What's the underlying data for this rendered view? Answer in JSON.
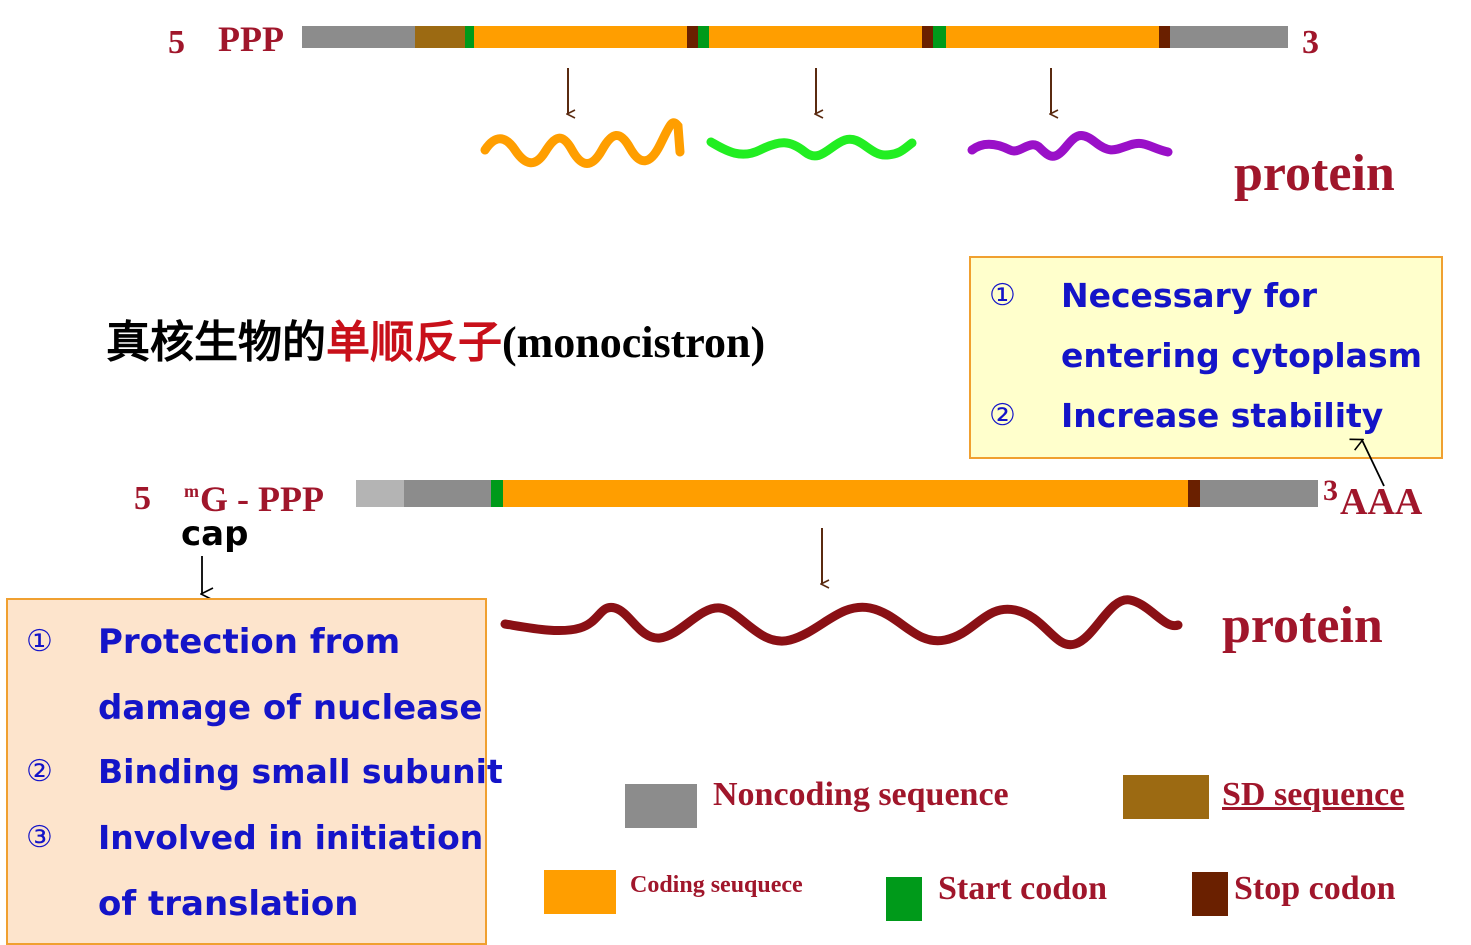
{
  "prokaryote": {
    "five_label": "5",
    "ppp_label": "PPP",
    "three_label": "3",
    "protein_label": "protein"
  },
  "eukaryote": {
    "title_black": "真核生物的",
    "title_red": "单顺反子",
    "title_paren": "(monocistron)",
    "five_label": "5",
    "m_label": "m",
    "gppp_label": "G - PPP",
    "cap_label": "cap",
    "three_label": "3",
    "aaa_label": "AAA",
    "protein_label": "protein"
  },
  "polya_box": {
    "items": [
      {
        "num": "①",
        "line1": "Necessary for",
        "line2": "entering cytoplasm"
      },
      {
        "num": "②",
        "line1": "Increase stability",
        "line2": ""
      }
    ]
  },
  "cap_box": {
    "items": [
      {
        "num": "①",
        "line1": "Protection from",
        "line2": "damage of nuclease"
      },
      {
        "num": "②",
        "line1": "Binding small subunit",
        "line2": ""
      },
      {
        "num": "③",
        "line1": "Involved in initiation",
        "line2": "of translation"
      }
    ]
  },
  "legend": {
    "noncoding": "Noncoding sequence",
    "sd": "SD sequence",
    "coding": "Coding seuquece",
    "start": "Start codon",
    "stop": "Stop codon"
  },
  "colors": {
    "noncoding": "#8c8c8c",
    "sd": "#9c6a12",
    "coding": "#ff9e00",
    "start": "#009a1a",
    "stop": "#6a2000",
    "label_red": "#a0162b",
    "note_blue": "#1414c8",
    "polya_box_bg": "#ffffcc",
    "cap_box_bg": "#fde4cc",
    "box_border": "#f0a030"
  }
}
